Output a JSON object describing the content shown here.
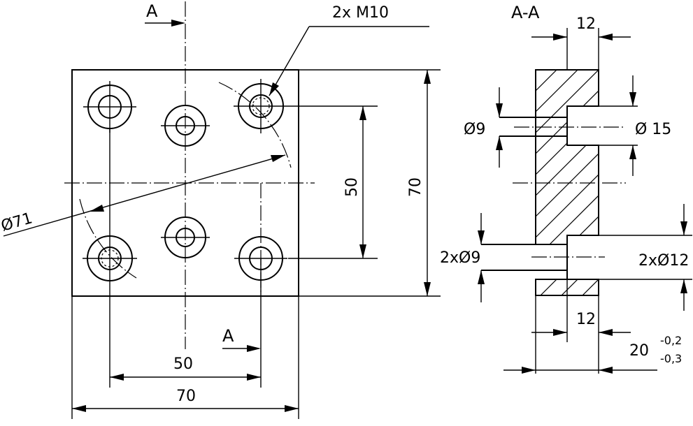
{
  "labels": {
    "section_marker_top": "A",
    "section_marker_bottom": "A",
    "thread_callout": "2x M10",
    "section_title": "A-A",
    "dia_circle": "Ø71",
    "dim_vertical_50": "50",
    "dim_vertical_70": "70",
    "dim_horizontal_50": "50",
    "dim_horizontal_70": "70",
    "sec_width_top": "12",
    "sec_hole_small": "Ø9",
    "sec_hole_large": "Ø 15",
    "sec_holes_small_2x": "2xØ9",
    "sec_holes_large_2x": "2xØ12",
    "sec_depth_bottom": "12",
    "sec_thickness": "20",
    "tol_upper": "-0,2",
    "tol_lower": "-0,3"
  }
}
